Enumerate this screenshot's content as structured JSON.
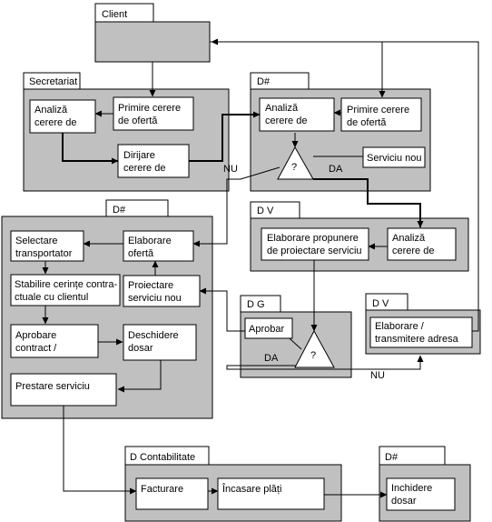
{
  "packages": {
    "client": "Client",
    "secretariat": "Secretariat",
    "dir_top": "D#",
    "dir_left": "D#",
    "dv_mid": "D V",
    "dg": "D G",
    "dv_right": "D V",
    "contab": "D Contabilitate",
    "dir_close": "D#"
  },
  "activities": {
    "primire_secretariat": [
      "Primire cerere",
      "de ofertă"
    ],
    "analiza_secretariat": [
      "Analiză",
      "cerere de"
    ],
    "dirijare": [
      "Dirijare",
      "cerere de"
    ],
    "analiza_dir": [
      "Analiză",
      "cerere de"
    ],
    "primire_dir": [
      "Primire cerere",
      "de ofertă"
    ],
    "serviciu_nou": [
      "Serviciu nou"
    ],
    "elaborare_propunere": [
      "Elaborare propunere",
      "de proiectare serviciu"
    ],
    "analiza_dv": [
      "Analiză",
      "cerere de"
    ],
    "selectare": [
      "Selectare",
      "transportator"
    ],
    "elaborare_oferta": [
      "Elaborare",
      "ofertă"
    ],
    "stabilire": [
      "Stabilire cerințe contra-",
      "ctuale cu clientul"
    ],
    "proiectare": [
      "Proiectare",
      "serviciu nou"
    ],
    "aprobare_contract": [
      "Aprobare",
      "contract /"
    ],
    "deschidere": [
      "Deschidere",
      "dosar"
    ],
    "prestare": [
      "Prestare serviciu"
    ],
    "aprobar": [
      "Aprobar"
    ],
    "elaborare_transmitere": [
      "Elaborare /",
      "transmitere adresa"
    ],
    "facturare": [
      "Facturare"
    ],
    "incasare": [
      "Încasare plăți"
    ],
    "inchidere": [
      "Inchidere",
      "dosar"
    ]
  },
  "decisions": {
    "top": "?",
    "dg": "?"
  },
  "guards": {
    "nu_top": "NU",
    "da_top": "DA",
    "da_dg": "DA",
    "nu_dg": "NU"
  }
}
